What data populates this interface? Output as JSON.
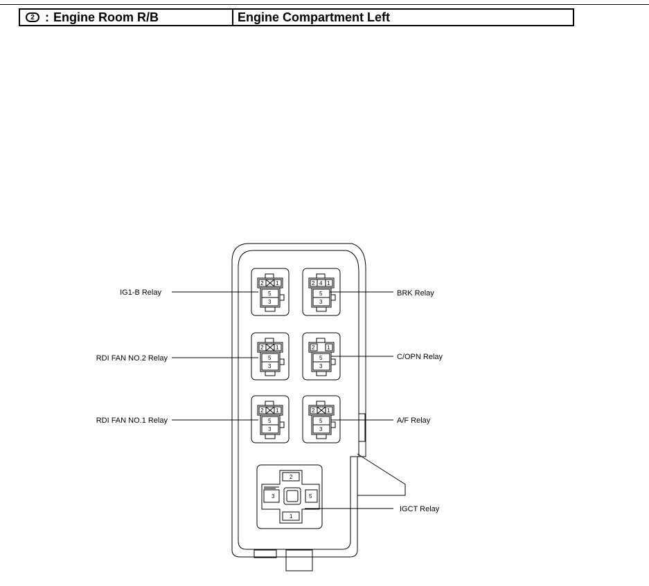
{
  "header": {
    "badge": "2",
    "separator": ":",
    "title": "Engine Room R/B",
    "location": "Engine Compartment Left"
  },
  "relays": [
    {
      "label": "IG1-B Relay",
      "pins": {
        "p2": "2",
        "p1": "1",
        "p5": "5",
        "p3": "3"
      }
    },
    {
      "label": "BRK Relay",
      "pins": {
        "p2": "2",
        "p4": "4",
        "p1": "1",
        "p5": "5",
        "p3": "3"
      }
    },
    {
      "label": "RDI FAN NO.2 Relay",
      "pins": {
        "p2": "2",
        "p1": "1",
        "p5": "5",
        "p3": "3"
      }
    },
    {
      "label": "C/OPN Relay",
      "pins": {
        "p2": "2",
        "p1": "1",
        "p5": "5",
        "p3": "3"
      }
    },
    {
      "label": "RDI FAN NO.1 Relay",
      "pins": {
        "p2": "2",
        "p1": "1",
        "p5": "5",
        "p3": "3"
      }
    },
    {
      "label": "A/F Relay",
      "pins": {
        "p2": "2",
        "p1": "1",
        "p5": "5",
        "p3": "3"
      }
    },
    {
      "label": "IGCT Relay",
      "pins": {
        "p2": "2",
        "p3": "3",
        "p5": "5",
        "p1": "1"
      }
    }
  ]
}
